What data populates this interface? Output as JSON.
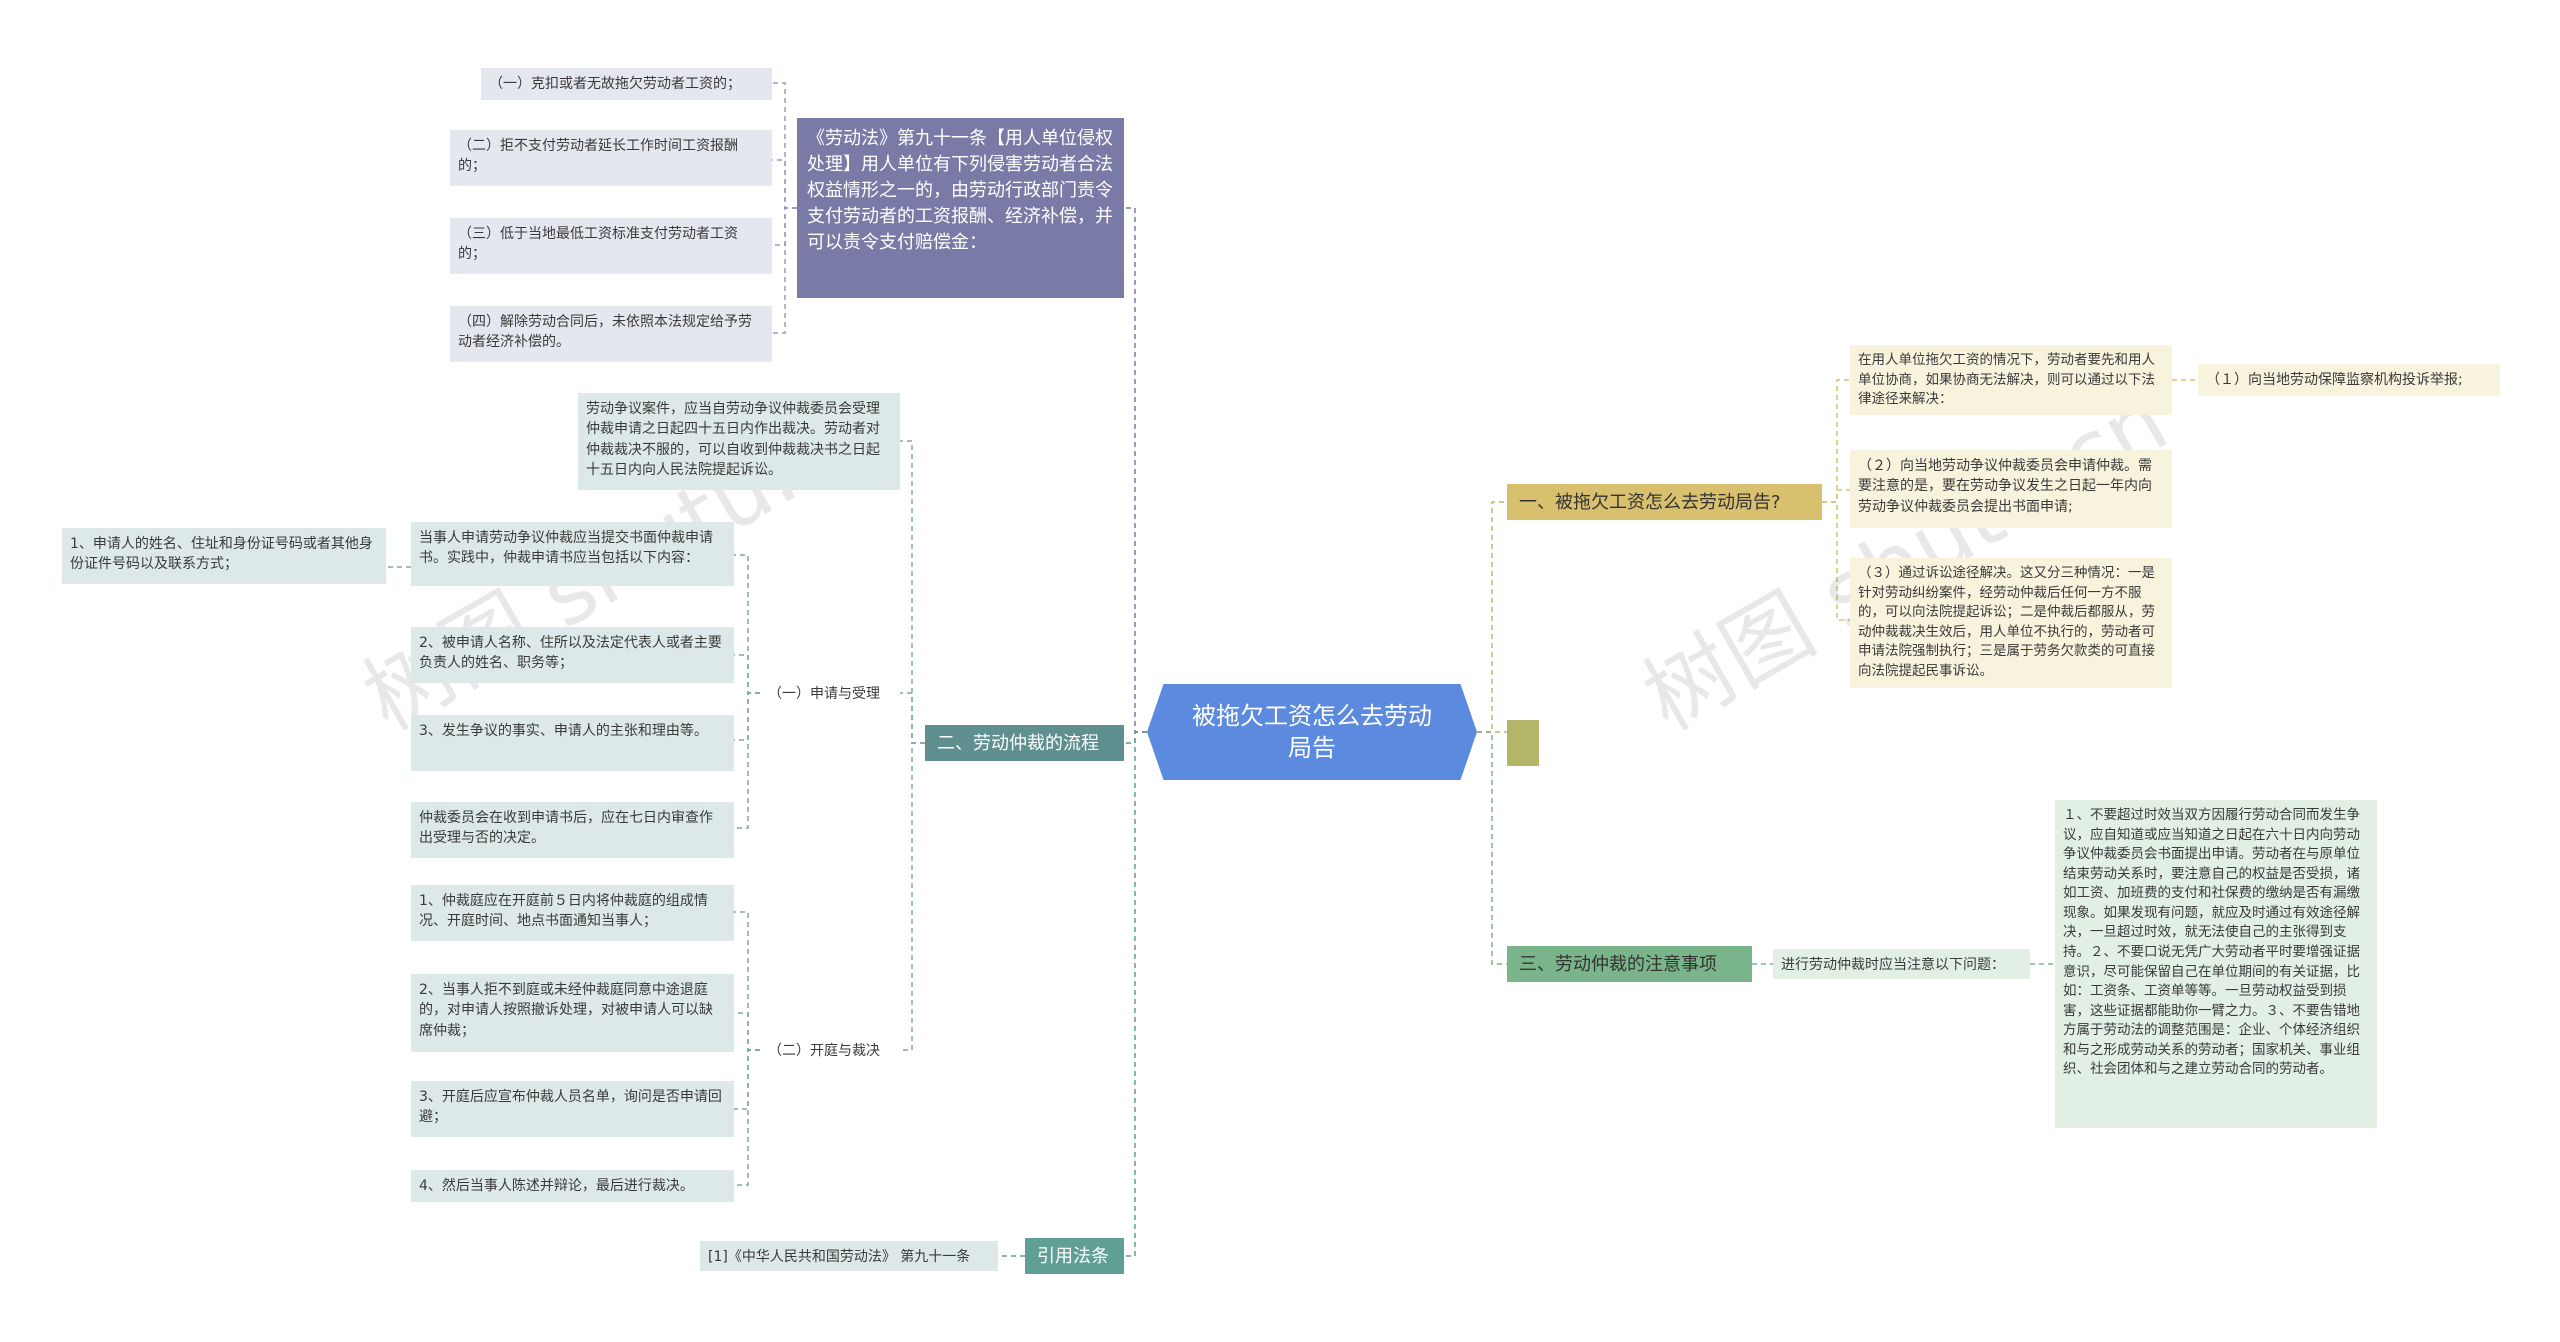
{
  "root": {
    "title": "被拖欠工资怎么去劳动局告"
  },
  "left": {
    "law": {
      "label": "《劳动法》第九十一条【用人单位侵权处理】用人单位有下列侵害劳动者合法权益情形之一的，由劳动行政部门责令支付劳动者的工资报酬、经济补偿，并可以责令支付赔偿金：",
      "items": [
        "（一）克扣或者无故拖欠劳动者工资的；",
        "（二）拒不支付劳动者延长工作时间工资报酬的；",
        "（三）低于当地最低工资标准支付劳动者工资的；",
        "（四）解除劳动合同后，未依照本法规定给予劳动者经济补偿的。"
      ]
    },
    "process": {
      "label": "二、劳动仲裁的流程",
      "intro": "劳动争议案件，应当自劳动争议仲裁委员会受理仲裁申请之日起四十五日内作出裁决。劳动者对仲裁裁决不服的，可以自收到仲裁裁决书之日起十五日内向人民法院提起诉讼。",
      "apply": {
        "label": "（一）申请与受理",
        "items": [
          "当事人申请劳动争议仲裁应当提交书面仲裁申请书。实践中，仲裁申请书应当包括以下内容：",
          "2、被申请人名称、住所以及法定代表人或者主要负责人的姓名、职务等；",
          "3、发生争议的事实、申请人的主张和理由等。",
          "仲裁委员会在收到申请书后，应在七日内审查作出受理与否的决定。"
        ],
        "sub_item": "1、申请人的姓名、住址和身份证号码或者其他身份证件号码以及联系方式；"
      },
      "hearing": {
        "label": "（二）开庭与裁决",
        "items": [
          "1、仲裁庭应在开庭前５日内将仲裁庭的组成情况、开庭时间、地点书面通知当事人；",
          "2、当事人拒不到庭或未经仲裁庭同意中途退庭的，对申请人按照撤诉处理，对被申请人可以缺席仲裁；",
          "3、开庭后应宣布仲裁人员名单，询问是否申请回避；",
          "4、然后当事人陈述并辩论，最后进行裁决。"
        ]
      }
    },
    "cite": {
      "label": "引用法条",
      "item": "[1]《中华人民共和国劳动法》 第九十一条"
    }
  },
  "right": {
    "q1": {
      "label": "一、被拖欠工资怎么去劳动局告?",
      "intro": "在用人单位拖欠工资的情况下，劳动者要先和用人单位协商，如果协商无法解决，则可以通过以下法律途径来解决：",
      "intro_sub": "（１）向当地劳动保障监察机构投诉举报;",
      "item2": "（２）向当地劳动争议仲裁委员会申请仲裁。需要注意的是，要在劳动争议发生之日起一年内向劳动争议仲裁委员会提出书面申请;",
      "item3": "（３）通过诉讼途径解决。这又分三种情况：一是针对劳动纠纷案件，经劳动仲裁后任何一方不服的，可以向法院提起诉讼；二是仲裁后都服从，劳动仲裁裁决生效后，用人单位不执行的，劳动者可申请法院强制执行；三是属于劳务欠款类的可直接向法院提起民事诉讼。"
    },
    "empty": {
      "label": ""
    },
    "q3": {
      "label": "三、劳动仲裁的注意事项",
      "mid": "进行劳动仲裁时应当注意以下问题：",
      "detail": "１、不要超过时效当双方因履行劳动合同而发生争议，应自知道或应当知道之日起在六十日内向劳动争议仲裁委员会书面提出申请。劳动者在与原单位结束劳动关系时，要注意自己的权益是否受损，诸如工资、加班费的支付和社保费的缴纳是否有漏缴现象。如果发现有问题，就应及时通过有效途径解决，一旦超过时效，就无法使自己的主张得到支持。２、不要口说无凭广大劳动者平时要增强证据意识，尽可能保留自己在单位期间的有关证据，比如：工资条、工资单等等。一旦劳动权益受到损害，这些证据都能助你一臂之力。３、不要告错地方属于劳动法的调整范围是：企业、个体经济组织和与之形成劳动关系的劳动者；国家机关、事业组织、社会团体和与之建立劳动合同的劳动者。"
    }
  },
  "watermarks": [
    "树图 shutu.cn",
    "树图 shutu.cn"
  ],
  "colors": {
    "root": "#5b8ade",
    "law": "#7a7aa6",
    "process": "#5f8f8e",
    "cite": "#5f9f94",
    "q1": "#d9c06e",
    "empty": "#b3b569",
    "q3": "#7ab48a"
  }
}
